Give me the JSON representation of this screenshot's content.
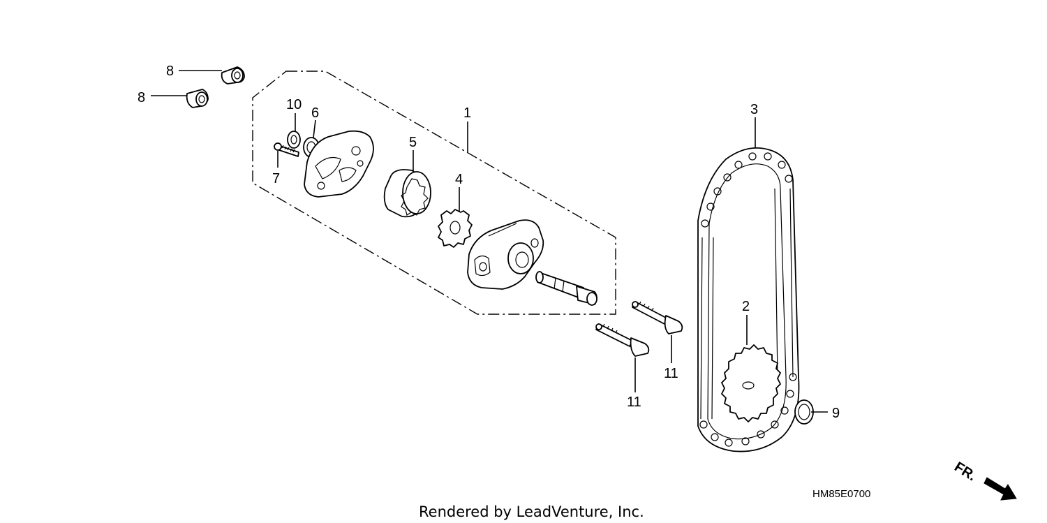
{
  "diagram": {
    "code": "HM85E0700",
    "footer": "Rendered by LeadVenture, Inc.",
    "direction_marker": "FR.",
    "callouts": [
      {
        "id": "c8a",
        "label": "8"
      },
      {
        "id": "c8b",
        "label": "8"
      },
      {
        "id": "c10",
        "label": "10"
      },
      {
        "id": "c6",
        "label": "6"
      },
      {
        "id": "c7",
        "label": "7"
      },
      {
        "id": "c5",
        "label": "5"
      },
      {
        "id": "c4",
        "label": "4"
      },
      {
        "id": "c1",
        "label": "1"
      },
      {
        "id": "c3",
        "label": "3"
      },
      {
        "id": "c2",
        "label": "2"
      },
      {
        "id": "c9",
        "label": "9"
      },
      {
        "id": "c11a",
        "label": "11"
      },
      {
        "id": "c11b",
        "label": "11"
      }
    ]
  }
}
